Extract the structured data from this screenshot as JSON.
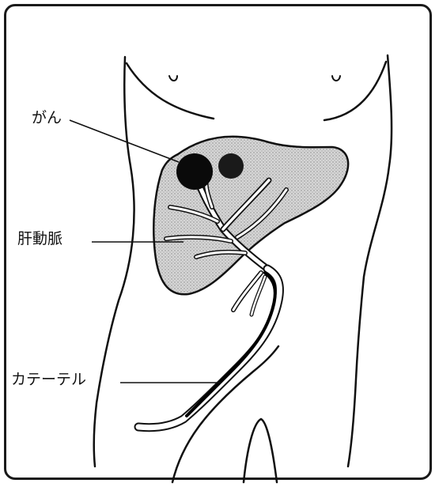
{
  "labels": {
    "cancer": "がん",
    "hepatic_artery": "肝動脈",
    "catheter": "カテーテル"
  },
  "colors": {
    "line": "#111111",
    "liver_fill": "#cfcfcf",
    "tumor": "#0a0a0a",
    "catheter": "#000000"
  }
}
